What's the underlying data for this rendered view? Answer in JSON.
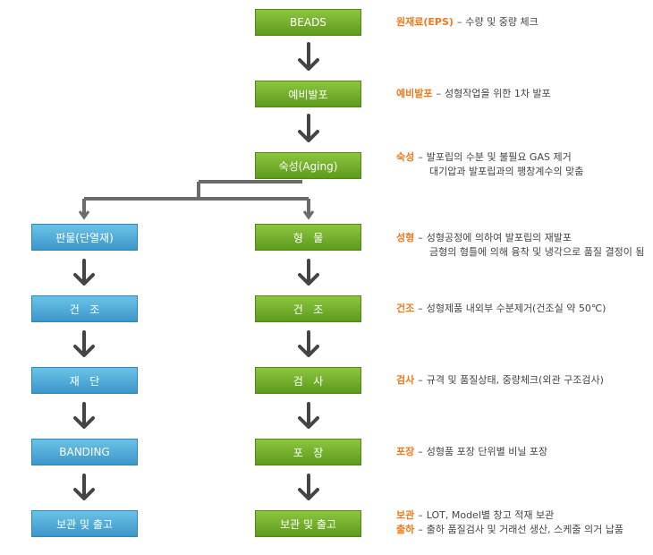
{
  "center_steps": [
    {
      "label": "BEADS"
    },
    {
      "label": "예비발포"
    },
    {
      "label": "숙성(Aging)"
    },
    {
      "label": "형   물"
    },
    {
      "label": "건   조"
    },
    {
      "label": "검   사"
    },
    {
      "label": "포   장"
    },
    {
      "label": "보관 및 출고"
    }
  ],
  "left_steps": [
    {
      "label": "판물(단열재)"
    },
    {
      "label": "건   조"
    },
    {
      "label": "재   단"
    },
    {
      "label": "BANDING"
    },
    {
      "label": "보관 및 출고"
    }
  ],
  "descriptions": [
    {
      "term": "원재료(EPS)",
      "lines": [
        "수량 및 중량 체크"
      ]
    },
    {
      "term": "예비발포",
      "lines": [
        "성형작업을 위한 1차 발포"
      ]
    },
    {
      "term": "숙성",
      "lines": [
        "발포립의 수분 및 불필요 GAS 제거",
        "대기압과 발포립과의 팽창계수의 맞춤"
      ]
    },
    {
      "term": "성형",
      "lines": [
        "성형공정에 의하여 발포립의 재발포",
        "금형의 형틀에 의해 융착 및 냉각으로 품질 결정이 됨"
      ]
    },
    {
      "term": "건조",
      "lines": [
        "성형제품 내외부 수분제거(건조실 약 50℃)"
      ]
    },
    {
      "term": "검사",
      "lines": [
        "규격 및 품질상태, 중량체크(외관 구조검사)"
      ]
    },
    {
      "term": "포장",
      "lines": [
        "성형품 포장 단위별 비닐 포장"
      ]
    },
    {
      "term": "보관",
      "lines": [
        "LOT, Model별 창고 적재 보관"
      ]
    },
    {
      "term": "출하",
      "lines": [
        "출하 품질검사 및 거래선 생산, 스케줄 의거 납품"
      ]
    }
  ],
  "colors": {
    "center_box": "#6aaa2a",
    "left_box": "#4aa8d8",
    "term": "#f07a1a",
    "arrow": "#444444"
  }
}
